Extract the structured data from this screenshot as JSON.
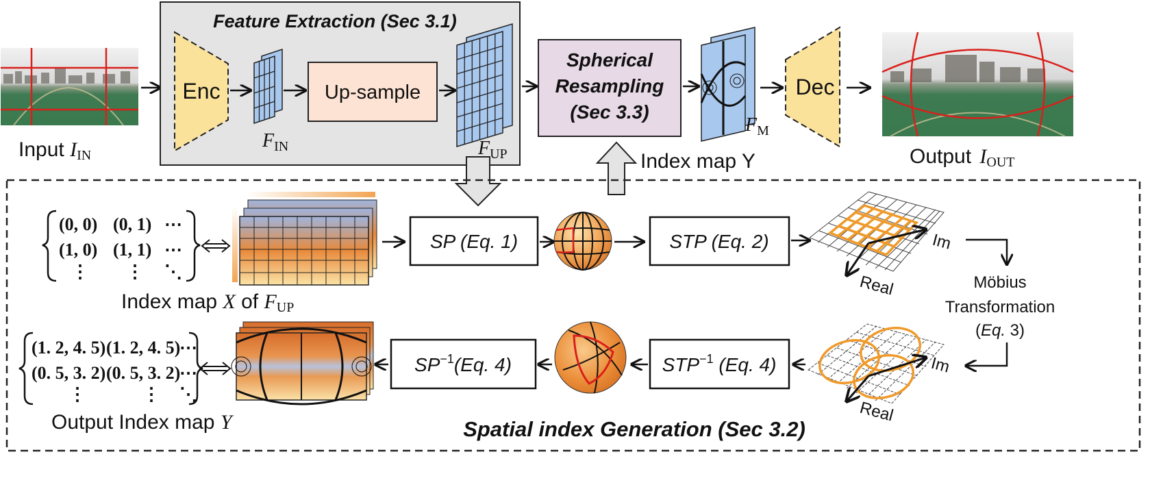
{
  "colors": {
    "enc_dec_fill": "#fbe29a",
    "enc_dec_stroke": "#222222",
    "feature_bg": "#e4e4e4",
    "grid_fill": "#a9c8ee",
    "upsample_fill": "#fde3d3",
    "spherical_fill": "#e7d9e6",
    "sphere_orange": "#e9953f",
    "grid_orange": "#ef9a2a",
    "red_line": "#d9201b"
  },
  "top": {
    "input_label": "Input ",
    "input_sub": "I",
    "input_subscript": "IN",
    "feature_title": "Feature Extraction (Sec 3.1)",
    "enc": "Enc",
    "f_in": "F",
    "f_in_sub": "IN",
    "upsample": "Up-sample",
    "f_up": "F",
    "f_up_sub": "UP",
    "spherical_line1": "Spherical",
    "spherical_line2": "Resampling",
    "spherical_line3": "(Sec 3.3)",
    "f_m": "F",
    "f_m_sub": "M",
    "dec": "Dec",
    "index_map_y": "Index map Y",
    "output_label": "Output ",
    "output_sub": "I",
    "output_subscript": "OUT"
  },
  "bottom": {
    "section_title": "Spatial index Generation (Sec 3.2)",
    "matrix_x": {
      "row1": [
        "(0, 0)",
        "(0, 1)",
        "⋯"
      ],
      "row2": [
        "(1, 0)",
        "(1, 1)",
        "⋯"
      ],
      "row3": [
        "⋮",
        "⋮",
        "⋱"
      ]
    },
    "index_map_x_label": "Index map ",
    "index_map_x_var": "X",
    "index_map_x_of": " of ",
    "index_map_x_f": "F",
    "index_map_x_sub": "UP",
    "sp": "SP (Eq. 1)",
    "stp": "STP  (Eq. 2)",
    "im1": "Im",
    "real1": "Real",
    "mobius1": "Möbius",
    "mobius2": "Transformation",
    "mobius3_open": "(",
    "mobius3_eq": "Eq.",
    "mobius3_close": " 3)",
    "stp_inv_base": "STP",
    "stp_inv_sup": "−1",
    "stp_inv_eq": " (Eq. 4)",
    "im2": "Im",
    "real2": "Real",
    "sp_inv_base": "SP",
    "sp_inv_sup": "−1",
    "sp_inv_eq": "(Eq. 4)",
    "matrix_y": {
      "row1": [
        "(1. 2, 4. 5)",
        "(1. 2, 4. 5)",
        "⋯"
      ],
      "row2": [
        "(0. 5, 3. 2)",
        "(0. 5, 3. 2)",
        "⋯"
      ],
      "row3": [
        "⋮",
        "⋮",
        "⋱"
      ]
    },
    "output_index_label": "Output Index map ",
    "output_index_var": "Y"
  }
}
